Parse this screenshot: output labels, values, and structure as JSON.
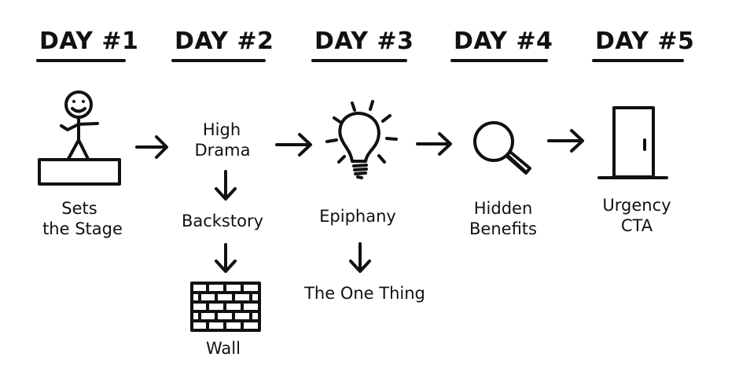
{
  "colors": {
    "ink": "#111111",
    "background": "#ffffff"
  },
  "days": [
    {
      "title": "DAY #1",
      "icon": "stick-figure-on-stage-icon",
      "labels": [
        "Sets",
        "the Stage"
      ]
    },
    {
      "title": "DAY #2",
      "labels": [
        "High",
        "Drama"
      ],
      "sub": [
        {
          "label": "Backstory"
        },
        {
          "label": "Wall",
          "icon": "brick-wall-icon"
        }
      ]
    },
    {
      "title": "DAY #3",
      "icon": "light-bulb-icon",
      "labels": [
        "Epiphany"
      ],
      "sub": [
        {
          "label": "The One Thing"
        }
      ]
    },
    {
      "title": "DAY #4",
      "icon": "magnifying-glass-icon",
      "labels": [
        "Hidden",
        "Benefits"
      ]
    },
    {
      "title": "DAY #5",
      "icon": "door-icon",
      "labels": [
        "Urgency",
        "CTA"
      ]
    }
  ],
  "arrow_icons": [
    "arrow-right-icon",
    "arrow-down-icon"
  ]
}
